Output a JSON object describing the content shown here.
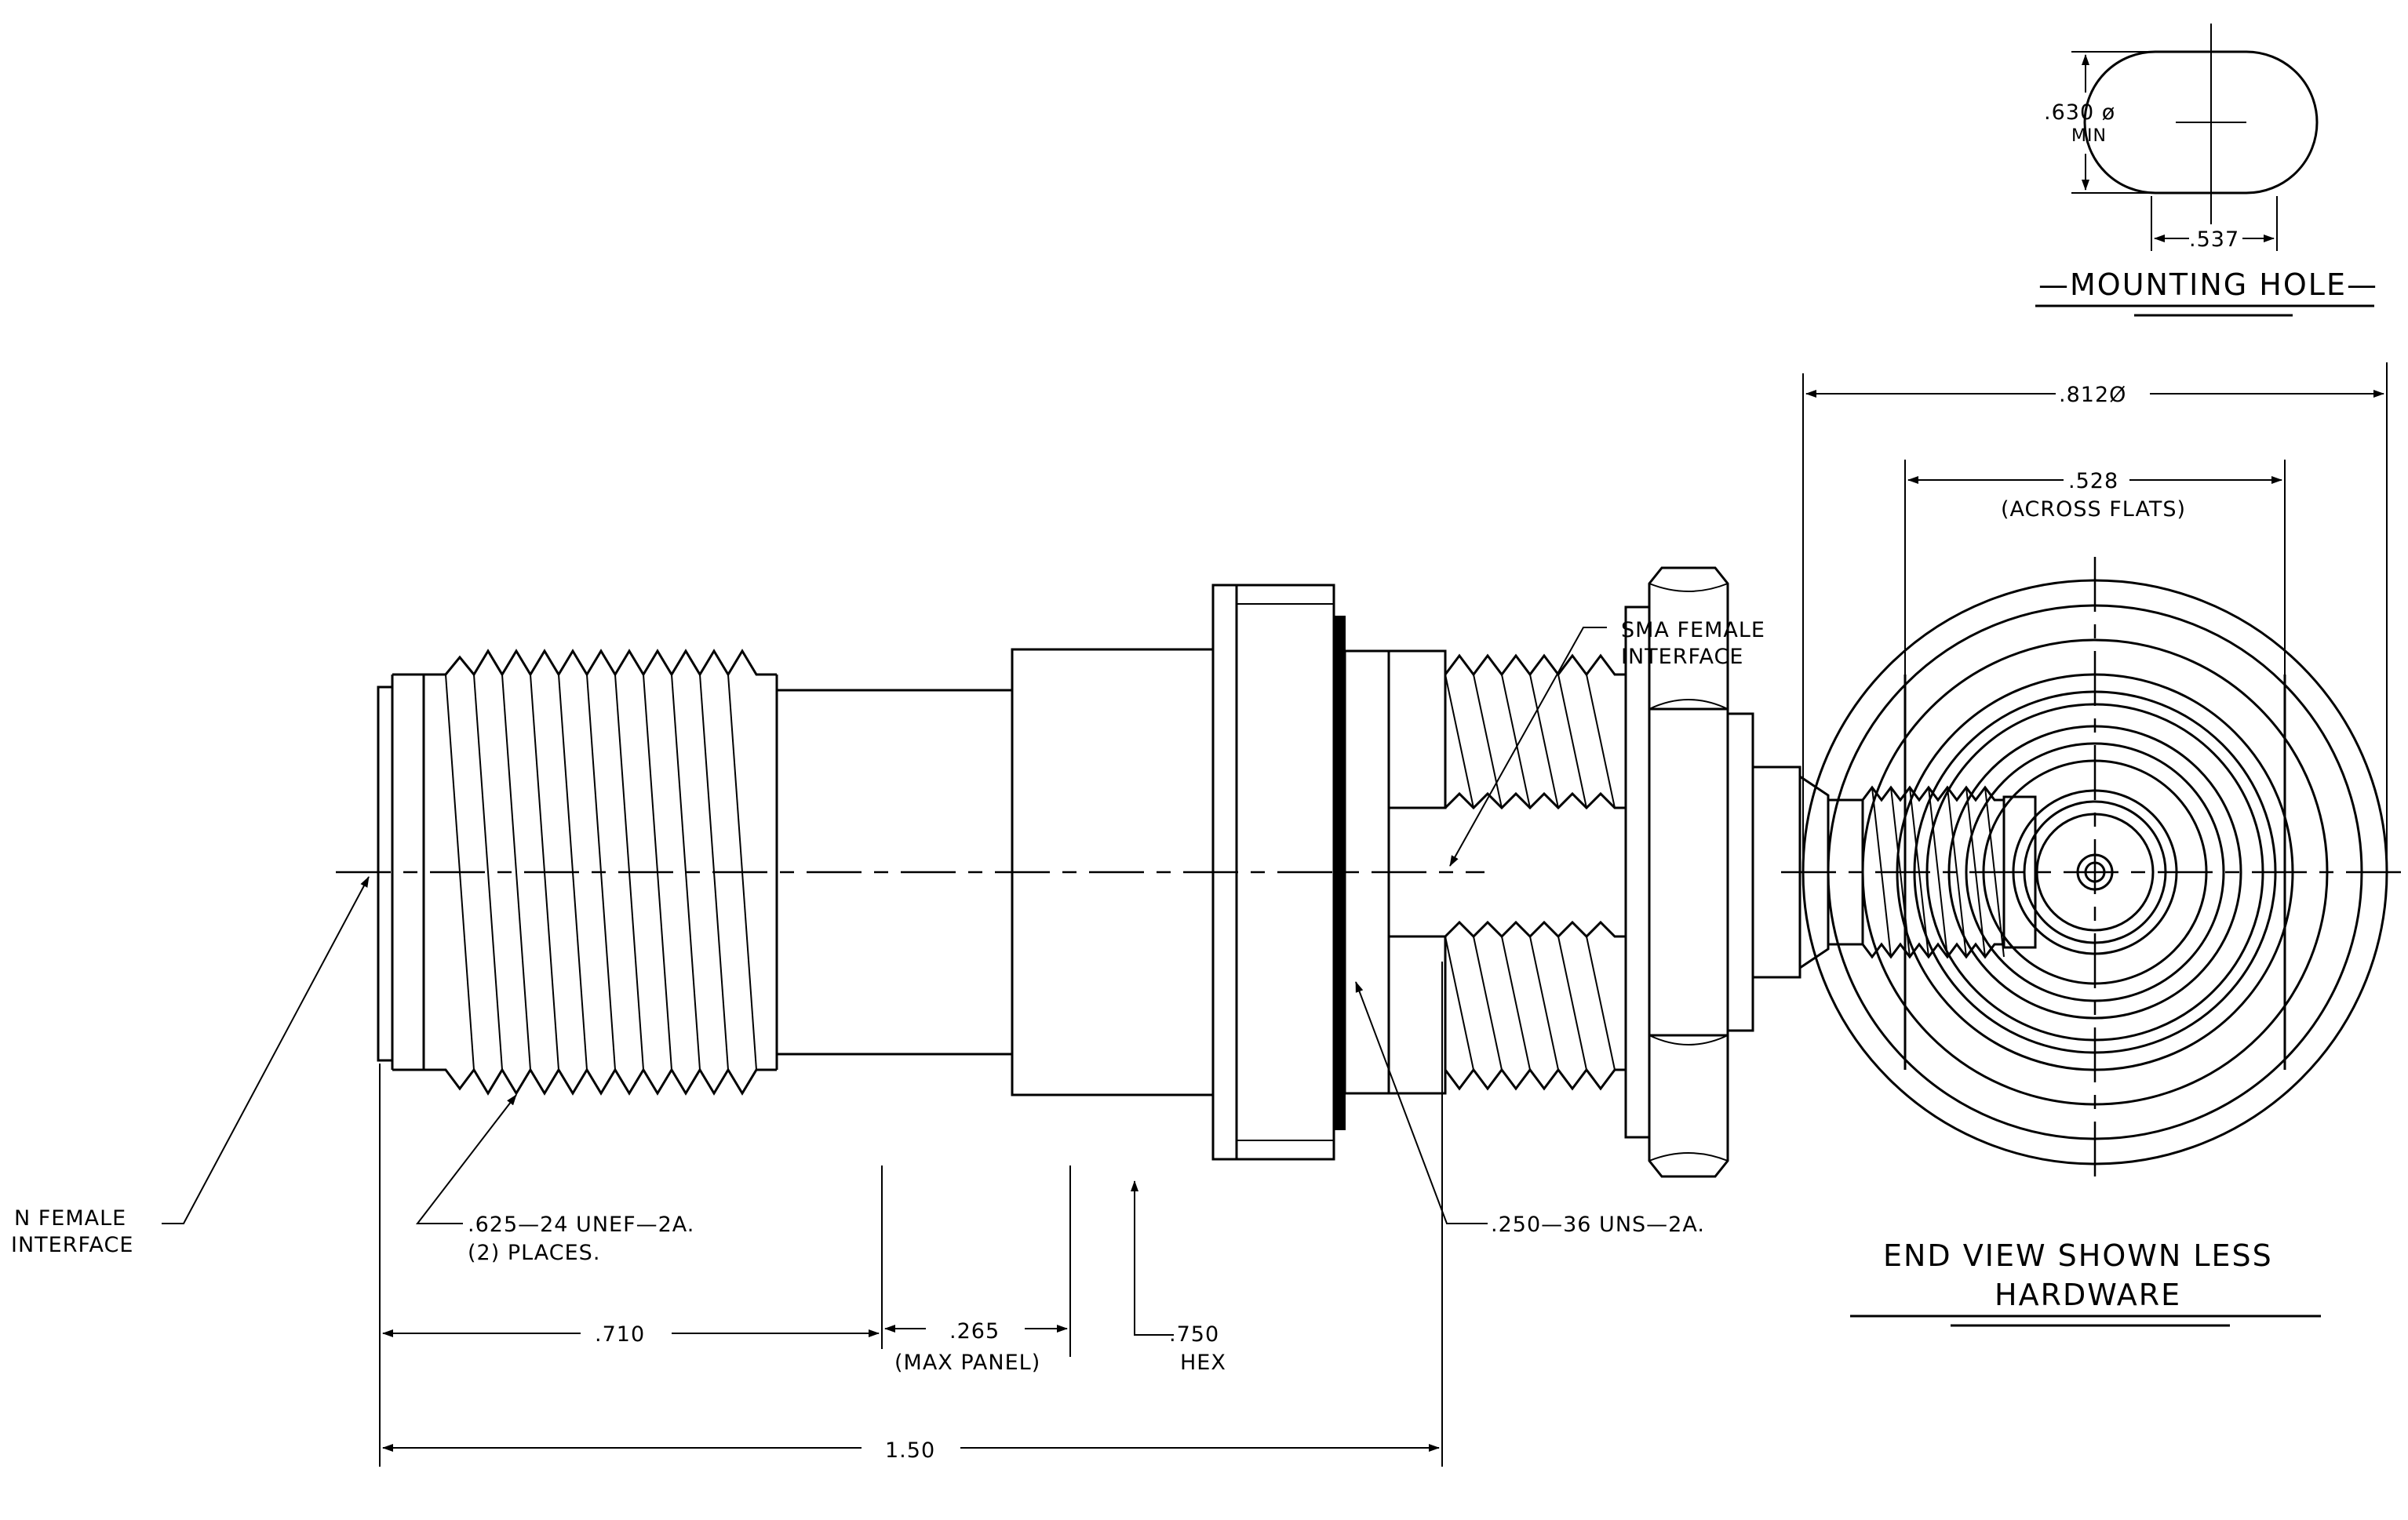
{
  "labels": {
    "mounting_hole_dia": ".630 ø",
    "mounting_hole_min": "MIN",
    "mounting_hole_flat": ".537",
    "mounting_hole_title": "—MOUNTING HOLE—",
    "end_view_dia": ".812Ø",
    "across_flats_value": ".528",
    "across_flats_note": "(ACROSS FLATS)",
    "sma_line1": "SMA FEMALE",
    "sma_line2": "INTERFACE",
    "n_line1": "N FEMALE",
    "n_line2": "INTERFACE",
    "thread_n_line1": ".625—24 UNEF—2A.",
    "thread_n_line2": "(2) PLACES.",
    "thread_sma": ".250—36 UNS—2A.",
    "dim_710": ".710",
    "dim_265": ".265",
    "dim_265_note": "(MAX PANEL)",
    "dim_750": ".750",
    "dim_750_note": "HEX",
    "dim_150": "1.50",
    "end_view_line1": "END VIEW SHOWN LESS",
    "end_view_line2": "HARDWARE"
  }
}
